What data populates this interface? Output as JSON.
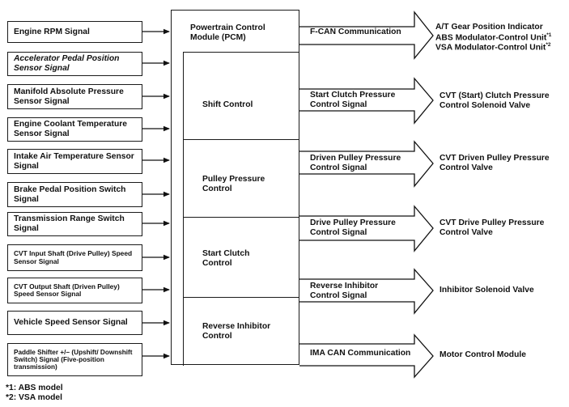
{
  "inputs": [
    {
      "label": "Engine RPM Signal"
    },
    {
      "label": "Accelerator Pedal Position Sensor Signal"
    },
    {
      "label": "Manifold Absolute Pressure Sensor Signal"
    },
    {
      "label": "Engine Coolant Temperature Sensor Signal"
    },
    {
      "label": "Intake Air Temperature Sensor Signal"
    },
    {
      "label": "Brake Pedal Position Switch Signal"
    },
    {
      "label": "Transmission Range Switch Signal"
    },
    {
      "label": "CVT Input Shaft (Drive Pulley) Speed Sensor Signal"
    },
    {
      "label": "CVT Output Shaft (Driven Pulley) Speed Sensor Signal"
    },
    {
      "label": "Vehicle Speed Sensor Signal"
    },
    {
      "label": "Paddle Shifter +/− (Upshift/ Downshift Switch) Signal (Five-position transmission)"
    }
  ],
  "pcm": {
    "title": "Powertrain Control Module (PCM)",
    "controls": [
      "Shift Control",
      "Pulley Pressure Control",
      "Start Clutch Control",
      "Reverse Inhibitor Control"
    ]
  },
  "outputs": [
    {
      "signal": "F-CAN Communication",
      "target_lines": [
        "A/T Gear Position Indicator",
        "ABS Modulator-Control Unit",
        "VSA Modulator-Control Unit"
      ],
      "target_marks": [
        "",
        "*1",
        "*2"
      ]
    },
    {
      "signal": "Start Clutch Pressure Control Signal",
      "target": "CVT (Start) Clutch Pressure Control Solenoid Valve"
    },
    {
      "signal": "Driven Pulley Pressure Control Signal",
      "target": "CVT Driven Pulley Pressure Control Valve"
    },
    {
      "signal": "Drive Pulley Pressure Control Signal",
      "target": "CVT Drive Pulley Pressure Control Valve"
    },
    {
      "signal": "Reverse Inhibitor Control Signal",
      "target": "Inhibitor Solenoid Valve"
    },
    {
      "signal": "IMA CAN Communication",
      "target": "Motor Control Module"
    }
  ],
  "footnotes": [
    "*1: ABS model",
    "*2: VSA model"
  ]
}
